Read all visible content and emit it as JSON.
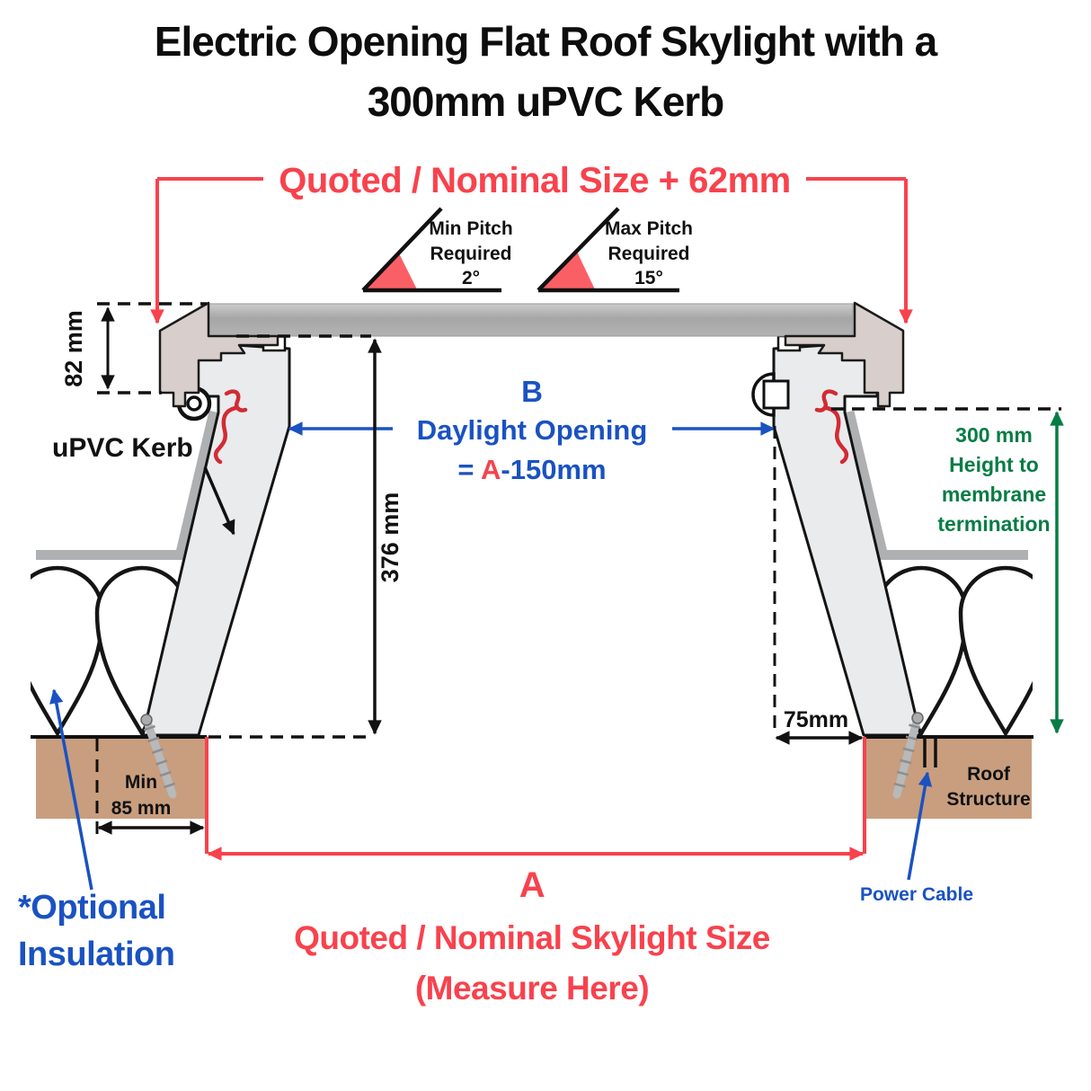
{
  "title": {
    "line1": "Electric Opening Flat Roof Skylight with a",
    "line2": "300mm uPVC Kerb"
  },
  "annotations": {
    "top_dimension": "Quoted / Nominal Size + 62mm",
    "min_pitch": {
      "l1": "Min Pitch",
      "l2": "Required",
      "value": "2°"
    },
    "max_pitch": {
      "l1": "Max Pitch",
      "l2": "Required",
      "value": "15°"
    },
    "frame_height": "82 mm",
    "kerb_label": "uPVC Kerb",
    "daylight": {
      "letter": "B",
      "name": "Daylight Opening",
      "eq_prefix": "= ",
      "eq_var": "A",
      "eq_suffix": "-150mm"
    },
    "kerb_height": "376 mm",
    "membrane_height": {
      "l1": "300 mm",
      "l2": "Height to",
      "l3": "membrane",
      "l4": "termination"
    },
    "base_offset": "75mm",
    "min_fixing": {
      "l1": "Min",
      "l2": "85 mm"
    },
    "roof_structure": {
      "l1": "Roof",
      "l2": "Structure"
    },
    "optional_insulation": {
      "l1": "*Optional",
      "l2": "Insulation"
    },
    "power_cable": "Power Cable",
    "bottom_dimension": {
      "letter": "A",
      "l1": "Quoted / Nominal Skylight Size",
      "l2": "(Measure Here)"
    }
  },
  "colors": {
    "accent_red": "#f8424d",
    "pitch_triangle_pink": "#fb5f66",
    "accent_blue": "#1a52c2",
    "accent_green": "#077c45",
    "roof_brown": "#c89e7e",
    "frame_beige": "#d8cecb",
    "kerb_gray": "#e9ebec",
    "glass_gray": "#ababab",
    "membrane_gray": "#aeb0b2",
    "outline_black": "#111111"
  }
}
